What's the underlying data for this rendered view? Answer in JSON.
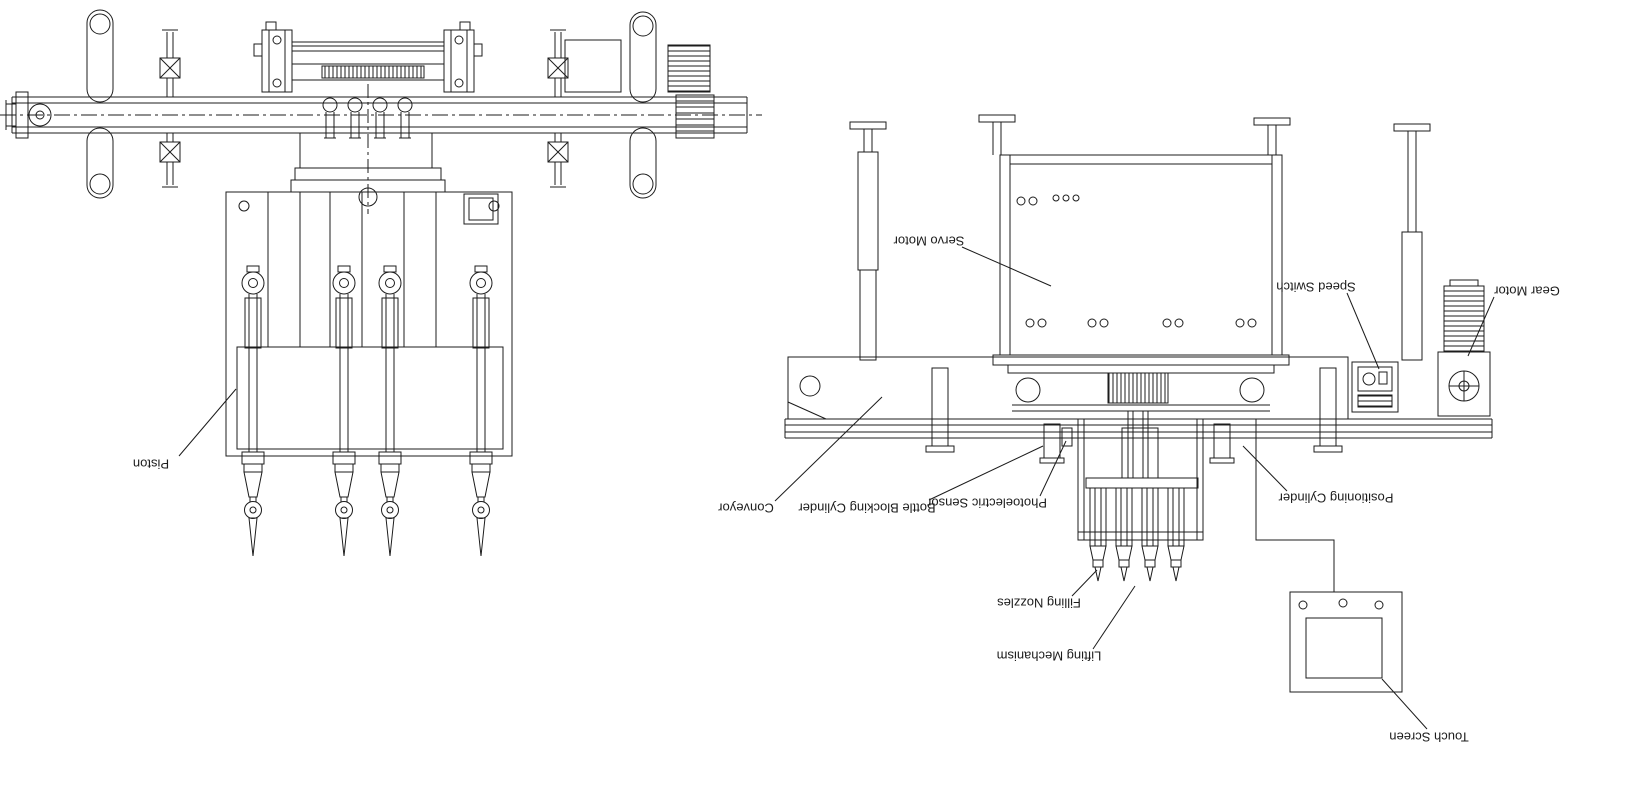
{
  "drawing": {
    "background": "#ffffff",
    "line_color": "#1c1c1c",
    "labels": {
      "piston": "Piston",
      "servo_motor": "Servo Motor",
      "speed_switch": "Speed Switch",
      "gear_motor": "Gear Motor",
      "conveyor": "Conveyor",
      "bottle_blocking_cylinder": "Bottle Blocking Cylinder",
      "photoelectric_sensor": "Photoelectric Sensor",
      "positioning_cylinder": "Positioning Cylinder",
      "filling_nozzles": "Filling Nozzles",
      "lifting_mechanism": "Lifting Mechanism",
      "touch_screen": "Touch Screen"
    }
  }
}
